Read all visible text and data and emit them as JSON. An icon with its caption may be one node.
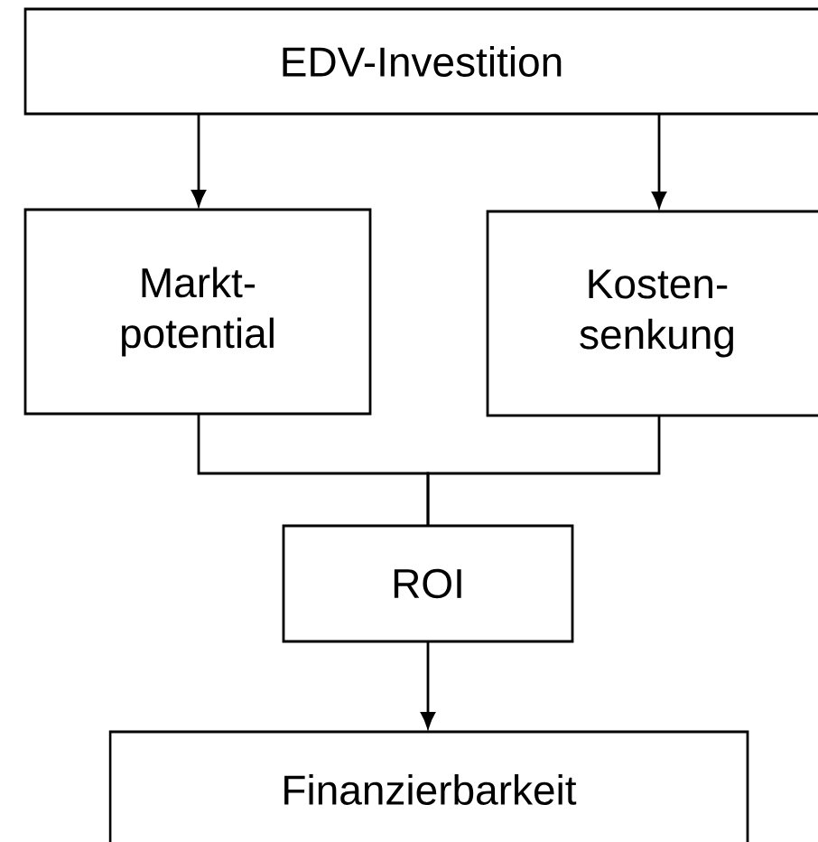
{
  "diagram": {
    "nodes": [
      {
        "text": [
          "EDV-Investition"
        ]
      },
      {
        "text": [
          "Markt- potential"
        ]
      },
      {
        "text": [
          "Kosten- senkung"
        ]
      },
      {
        "text": [
          "ROI"
        ]
      },
      {
        "text": [
          "Finanzierbarkeit"
        ]
      }
    ],
    "edges": [
      {
        "from": 0,
        "to": 1,
        "arrow": "to"
      },
      {
        "from": 0,
        "to": 2,
        "arrow": "to"
      },
      {
        "from": 1,
        "to": 3,
        "arrow": "none"
      },
      {
        "from": 2,
        "to": 3,
        "arrow": "none"
      },
      {
        "from": 3,
        "to": 4,
        "arrow": "to"
      }
    ]
  }
}
